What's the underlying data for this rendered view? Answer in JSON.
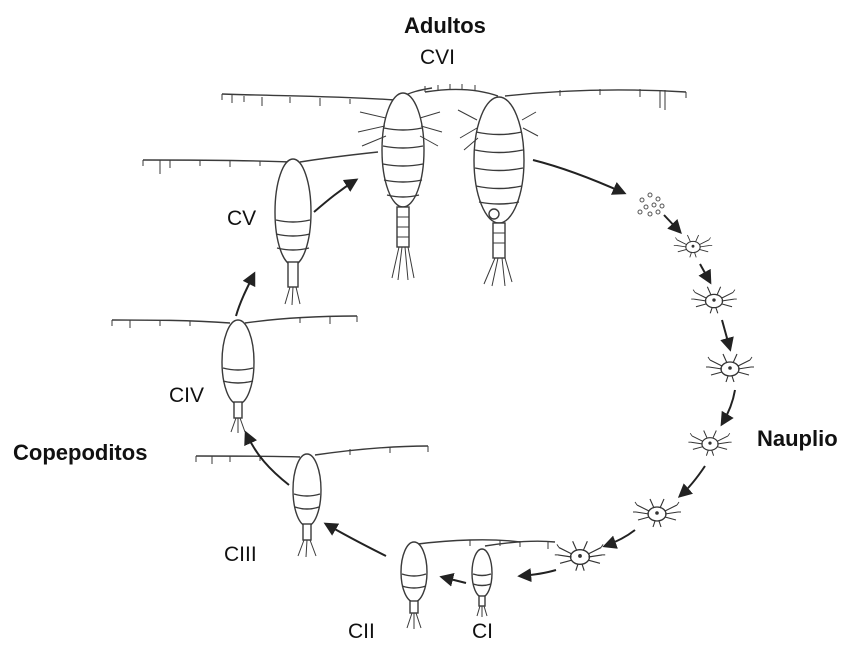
{
  "labels": {
    "adults_group": "Adultos",
    "nauplius_group": "Nauplio",
    "copepodite_group": "Copepoditos"
  },
  "stages": {
    "cvi": "CVI",
    "cv": "CV",
    "civ": "CIV",
    "ciii": "CIII",
    "cii": "CII",
    "ci": "CI"
  },
  "colors": {
    "line": "#3a3a3a",
    "arrow": "#222222",
    "text": "#111111"
  }
}
